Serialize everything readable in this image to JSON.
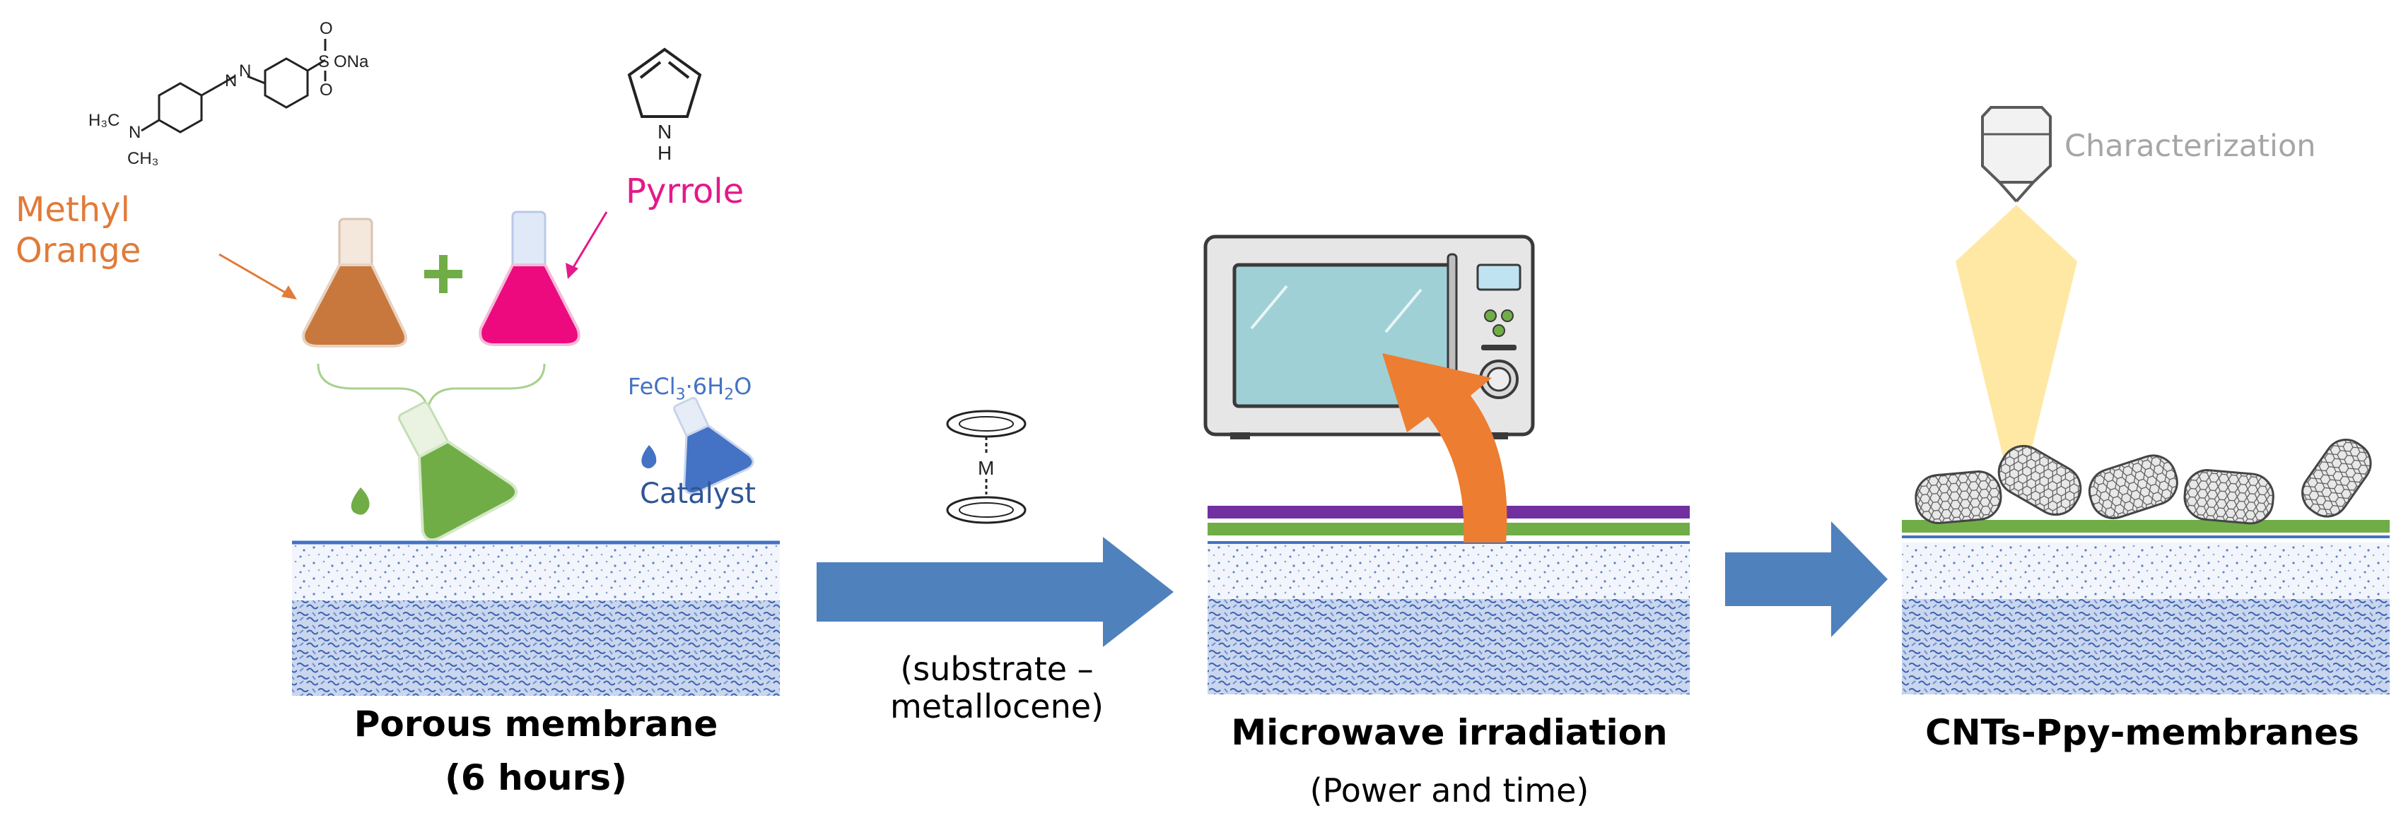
{
  "labels": {
    "methyl_orange_line1": "Methyl",
    "methyl_orange_line2": "Orange",
    "pyrrole": "Pyrrole",
    "fecl3_prefix": "FeCl",
    "fecl3_sub1": "3",
    "fecl3_mid": "·6H",
    "fecl3_sub2": "2",
    "fecl3_suffix": "O",
    "catalyst": "Catalyst",
    "characterization": "Characterization",
    "porous_membrane": "Porous membrane",
    "six_hours": "(6 hours)",
    "substrate_line1": "(substrate –",
    "substrate_line2": "metallocene)",
    "microwave_irradiation": "Microwave irradiation",
    "power_and_time": "(Power and time)",
    "cnts_ppy_membranes": "CNTs-Ppy-membranes"
  },
  "molecules": {
    "methyl_orange": {
      "so3na": "S",
      "ona": "ONa",
      "o_top": "O",
      "o_bottom": "O",
      "n_left": "N",
      "n_right": "N",
      "h3c": "H₃C",
      "ch3": "CH₃",
      "n_amine": "N"
    },
    "pyrrole": {
      "nh_n": "N",
      "nh_h": "H"
    },
    "metallocene": {
      "metal": "M"
    }
  },
  "colors": {
    "methyl_orange_text": "#e07b39",
    "pyrrole_text": "#e4198a",
    "catalyst_text": "#2f5597",
    "fecl3_text": "#4472c4",
    "plus": "#70ad47",
    "arrow_blue": "#4f81bd",
    "microwave_arrow": "#ed7d31",
    "purple_layer": "#7030a0",
    "green_layer": "#70ad47",
    "beam": "#ffe699",
    "characterization_text": "#a6a6a6",
    "membrane_top": "#4472c4",
    "membrane_fill": "#dae3f3"
  }
}
